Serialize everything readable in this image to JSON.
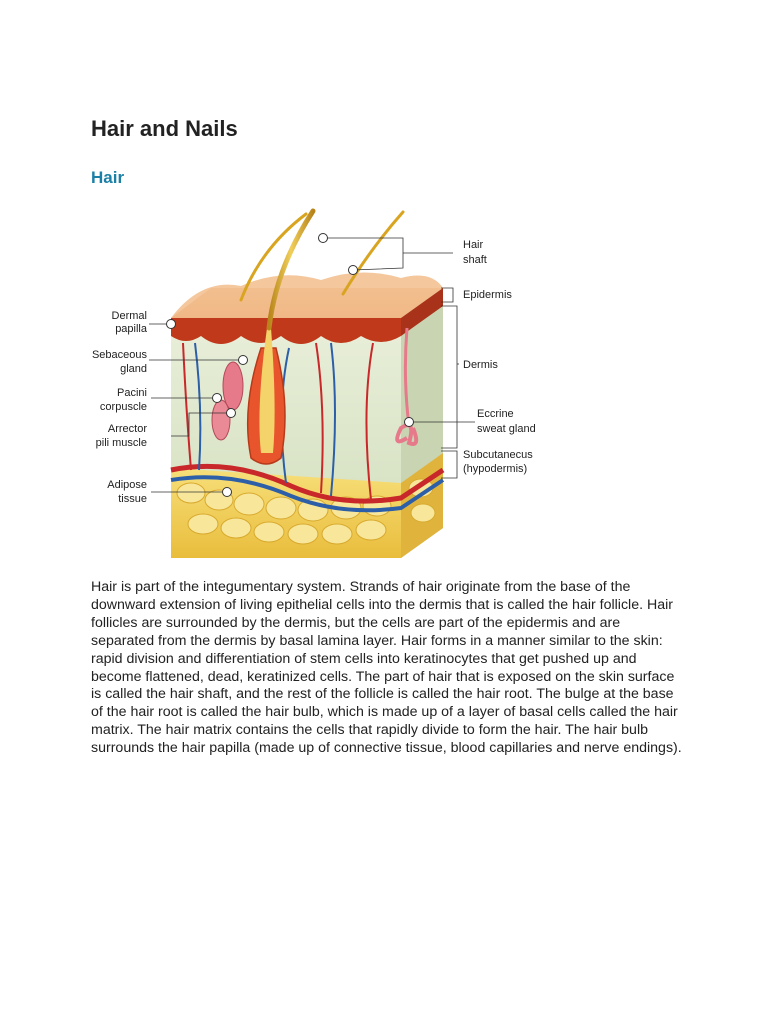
{
  "page": {
    "title": "Hair and Nails",
    "section_heading": "Hair",
    "paragraph": "Hair is part of the integumentary system. Strands of hair originate from the base of the downward extension of living epithelial cells into the dermis that is called the hair follicle. Hair follicles are surrounded by the dermis, but the cells are part of the epidermis and are separated from the dermis by basal lamina layer. Hair forms in a manner similar to the skin: rapid division and differentiation of stem cells into keratinocytes that get pushed up and become flattened, dead, keratinized cells. The part of hair that is exposed on the skin surface is called the hair shaft, and the rest of the follicle is called the hair root. The bulge at the base of the hair root is called the hair bulb, which is made up of a layer of basal cells called the hair matrix. The hair matrix contains the cells that rapidly divide to form the hair. The hair bulb surrounds the hair papilla (made up of connective tissue, blood capillaries and nerve endings)."
  },
  "figure": {
    "labels_left": [
      {
        "line1": "Dermal",
        "line2": "papilla"
      },
      {
        "line1": "Sebaceous",
        "line2": "gland"
      },
      {
        "line1": "Pacini",
        "line2": "corpuscle"
      },
      {
        "line1": "Arrector",
        "line2": "pili muscle"
      },
      {
        "line1": "Adipose",
        "line2": "tissue"
      }
    ],
    "labels_right": [
      {
        "line1": "Hair",
        "line2": "shaft"
      },
      {
        "line1": "Epidermis",
        "line2": ""
      },
      {
        "line1": "Dermis",
        "line2": ""
      },
      {
        "line1": "Eccrine",
        "line2": "sweat gland"
      },
      {
        "line1": "Subcutanecus",
        "line2": "(hypodermis)"
      }
    ],
    "colors": {
      "epidermis": "#e9a56f",
      "dermis_top": "#c0391b",
      "dermis": "#d9e6c8",
      "hypodermis": "#f2cf5a",
      "artery": "#c8282a",
      "vein": "#2c5fa8",
      "hair": "#d9a521"
    }
  }
}
